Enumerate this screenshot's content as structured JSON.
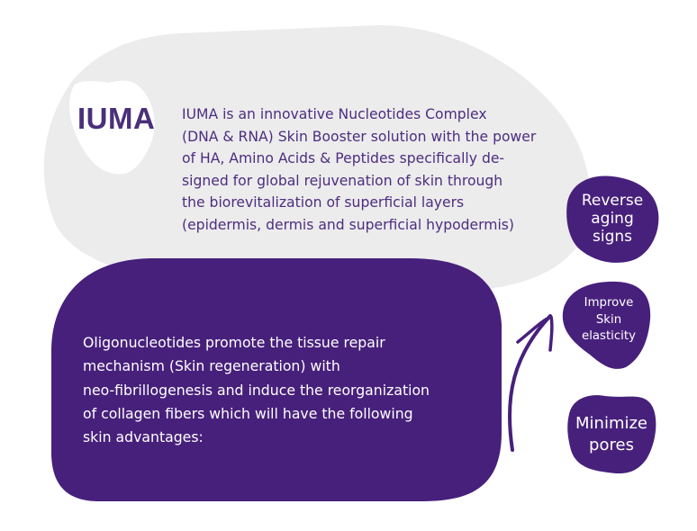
{
  "brand": {
    "name": "IUMA"
  },
  "intro": {
    "lines": [
      "IUMA is an innovative Nucleotides Complex",
      "(DNA & RNA) Skin Booster solution with the power",
      "of HA, Amino Acids & Peptides specifically de-",
      "signed for global rejuvenation of skin through",
      "the biorevitalization of superficial layers",
      "(epidermis, dermis and superficial hypodermis)"
    ]
  },
  "description": {
    "lines": [
      "Oligonucleotides promote the tissue repair",
      "mechanism (Skin regeneration) with",
      "neo-fibrillogenesis and induce the reorganization",
      "of collagen fibers which will have the following",
      "skin advantages:"
    ]
  },
  "benefits": [
    {
      "lines": [
        "Reverse",
        "aging",
        "signs"
      ]
    },
    {
      "lines": [
        "Improve",
        "Skin",
        "elasticity"
      ]
    },
    {
      "lines": [
        "Minimize",
        "pores"
      ]
    }
  ],
  "icons": {
    "arrow": "curved-arrow-up-right-icon"
  },
  "colors": {
    "primary_purple": "#4a1f7c",
    "text_purple": "#4d2d80",
    "blob_grey": "#ececec",
    "background": "#ffffff"
  }
}
